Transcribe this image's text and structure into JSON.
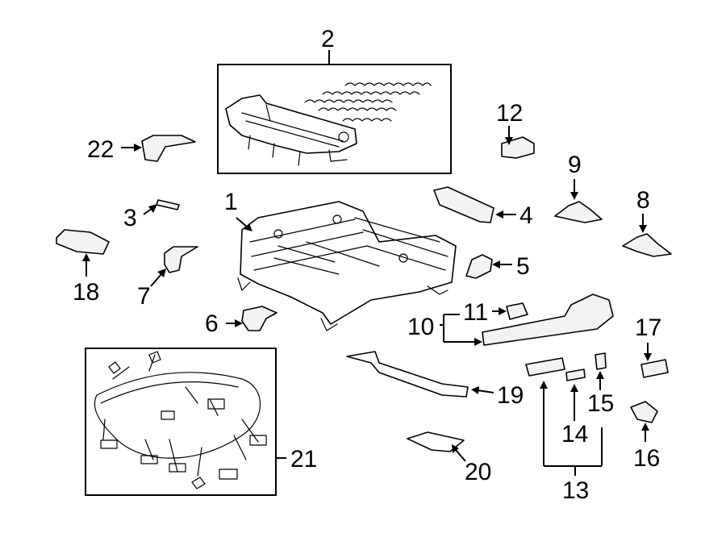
{
  "diagram": {
    "type": "exploded-parts-diagram",
    "callouts": [
      {
        "id": "c1",
        "label": "1"
      },
      {
        "id": "c2",
        "label": "2"
      },
      {
        "id": "c3",
        "label": "3"
      },
      {
        "id": "c4",
        "label": "4"
      },
      {
        "id": "c5",
        "label": "5"
      },
      {
        "id": "c6",
        "label": "6"
      },
      {
        "id": "c7",
        "label": "7"
      },
      {
        "id": "c8",
        "label": "8"
      },
      {
        "id": "c9",
        "label": "9"
      },
      {
        "id": "c10",
        "label": "10"
      },
      {
        "id": "c11",
        "label": "11"
      },
      {
        "id": "c12",
        "label": "12"
      },
      {
        "id": "c13",
        "label": "13"
      },
      {
        "id": "c14",
        "label": "14"
      },
      {
        "id": "c15",
        "label": "15"
      },
      {
        "id": "c16",
        "label": "16"
      },
      {
        "id": "c17",
        "label": "17"
      },
      {
        "id": "c18",
        "label": "18"
      },
      {
        "id": "c19",
        "label": "19"
      },
      {
        "id": "c20",
        "label": "20"
      },
      {
        "id": "c21",
        "label": "21"
      },
      {
        "id": "c22",
        "label": "22"
      }
    ],
    "colors": {
      "line": "#000000",
      "background": "#ffffff",
      "part_shade": "#f2f2f2"
    }
  }
}
